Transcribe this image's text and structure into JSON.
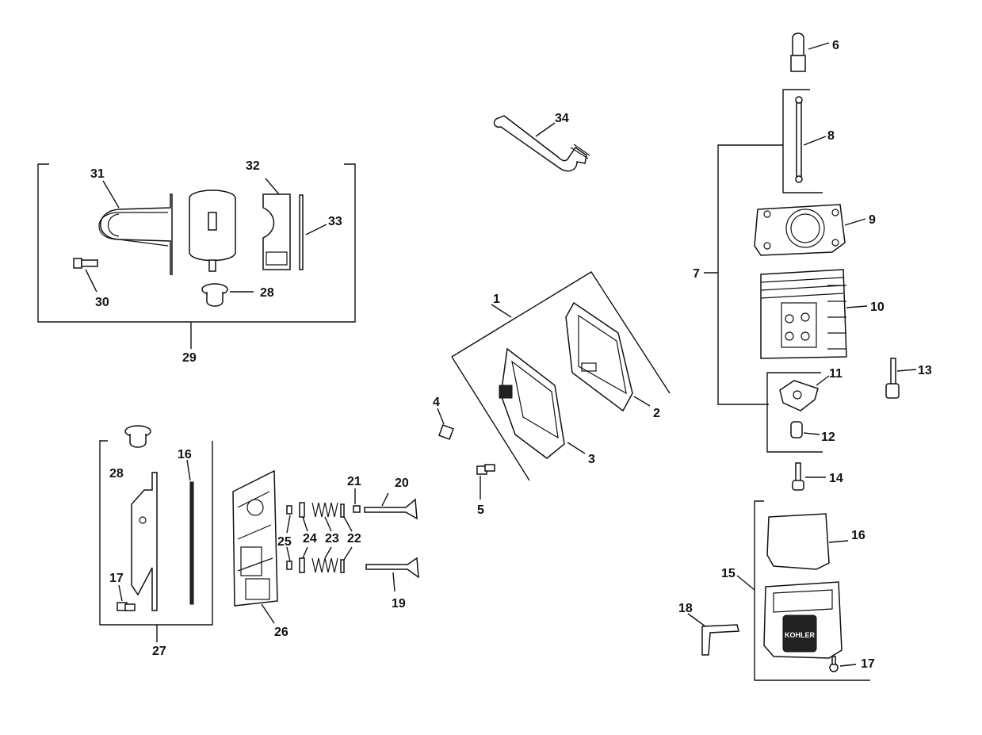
{
  "callouts": {
    "c1": "1",
    "c2": "2",
    "c3": "3",
    "c4": "4",
    "c5": "5",
    "c6": "6",
    "c7": "7",
    "c8": "8",
    "c9": "9",
    "c10": "10",
    "c11": "11",
    "c12": "12",
    "c13": "13",
    "c14": "14",
    "c15": "15",
    "c16a": "16",
    "c16b": "16",
    "c17a": "17",
    "c17b": "17",
    "c18": "18",
    "c19": "19",
    "c20": "20",
    "c21": "21",
    "c22": "22",
    "c23": "23",
    "c24": "24",
    "c25": "25",
    "c26": "26",
    "c27": "27",
    "c28a": "28",
    "c28b": "28",
    "c29": "29",
    "c30": "30",
    "c31": "31",
    "c32": "32",
    "c33": "33",
    "c34": "34"
  },
  "valve_cover_emblem": "KOHLER"
}
